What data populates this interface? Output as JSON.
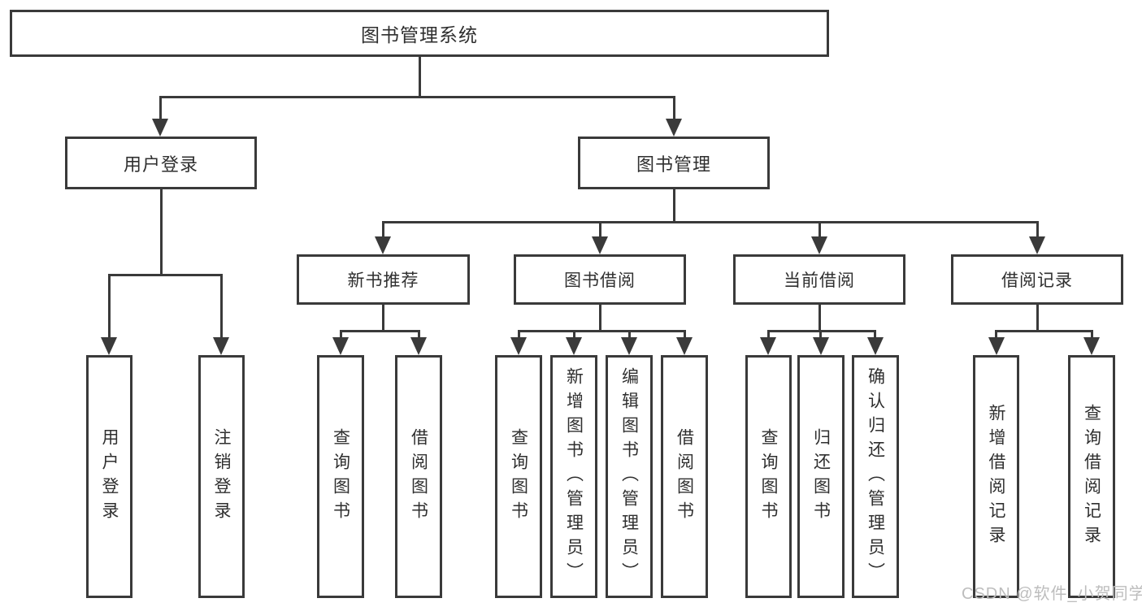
{
  "diagram": {
    "root_label": "图书管理系统",
    "level2": {
      "user_login": "用户登录",
      "book_mgmt": "图书管理"
    },
    "level3": {
      "new_book_rec": "新书推荐",
      "book_borrow": "图书借阅",
      "current_borrow": "当前借阅",
      "borrow_record": "借阅记录"
    },
    "leaves": {
      "login_login": "用户登录",
      "login_logout": "注销登录",
      "newbook_query": "查询图书",
      "newbook_borrow": "借阅图书",
      "borrow_query": "查询图书",
      "borrow_add": "新增图书（管理员）",
      "borrow_edit": "编辑图书（管理员）",
      "borrow_borrow": "借阅图书",
      "current_query": "查询图书",
      "current_return": "归还图书",
      "current_confirm": "确认归还（管理员）",
      "record_add": "新增借阅记录",
      "record_query": "查询借阅记录"
    }
  },
  "watermark": {
    "text": "CSDN @软件_小贺同学"
  },
  "colors": {
    "line": "#3a3a3a",
    "text": "#2f2f2f",
    "background": "#ffffff",
    "watermark": "#bdbdbd"
  }
}
